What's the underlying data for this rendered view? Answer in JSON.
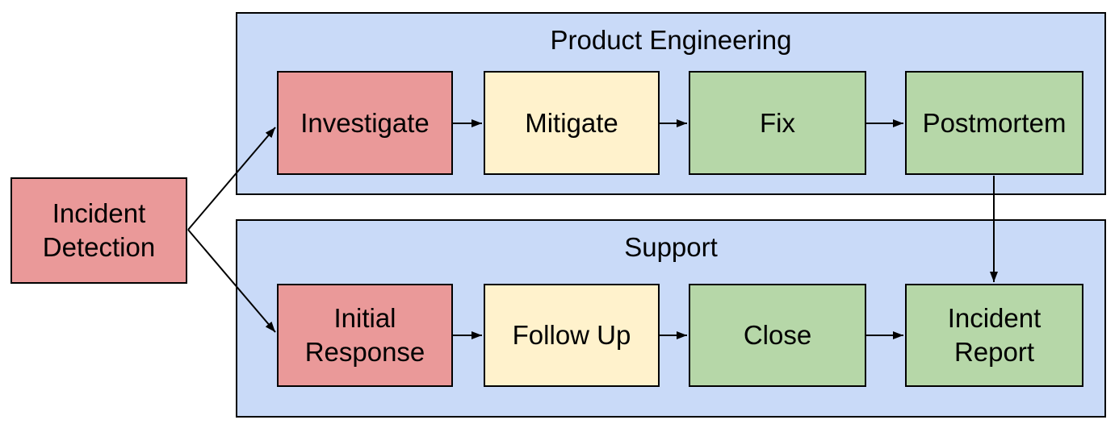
{
  "diagram": {
    "entry_node": {
      "id": "incident-detection",
      "label": "Incident Detection",
      "fill": "#EA9999"
    },
    "lanes": [
      {
        "id": "product-engineering",
        "title": "Product Engineering",
        "fill": "#C9DAF8",
        "steps": [
          {
            "id": "investigate",
            "label": "Investigate",
            "fill": "#EA9999"
          },
          {
            "id": "mitigate",
            "label": "Mitigate",
            "fill": "#FFF2CC"
          },
          {
            "id": "fix",
            "label": "Fix",
            "fill": "#B6D7A8"
          },
          {
            "id": "postmortem",
            "label": "Postmortem",
            "fill": "#B6D7A8"
          }
        ]
      },
      {
        "id": "support",
        "title": "Support",
        "fill": "#C9DAF8",
        "steps": [
          {
            "id": "initial-response",
            "label": "Initial Response",
            "fill": "#EA9999"
          },
          {
            "id": "follow-up",
            "label": "Follow Up",
            "fill": "#FFF2CC"
          },
          {
            "id": "close",
            "label": "Close",
            "fill": "#B6D7A8"
          },
          {
            "id": "incident-report",
            "label": "Incident Report",
            "fill": "#B6D7A8"
          }
        ]
      }
    ],
    "edges": [
      {
        "from": "incident-detection",
        "to": "investigate"
      },
      {
        "from": "incident-detection",
        "to": "initial-response"
      },
      {
        "from": "investigate",
        "to": "mitigate"
      },
      {
        "from": "mitigate",
        "to": "fix"
      },
      {
        "from": "fix",
        "to": "postmortem"
      },
      {
        "from": "postmortem",
        "to": "incident-report"
      },
      {
        "from": "initial-response",
        "to": "follow-up"
      },
      {
        "from": "follow-up",
        "to": "close"
      },
      {
        "from": "close",
        "to": "incident-report"
      }
    ],
    "colors": {
      "background": "#FFFFFF",
      "lane_fill": "#C9DAF8",
      "node_red": "#EA9999",
      "node_yellow": "#FFF2CC",
      "node_green": "#B6D7A8",
      "border": "#000000",
      "arrow": "#000000"
    }
  }
}
